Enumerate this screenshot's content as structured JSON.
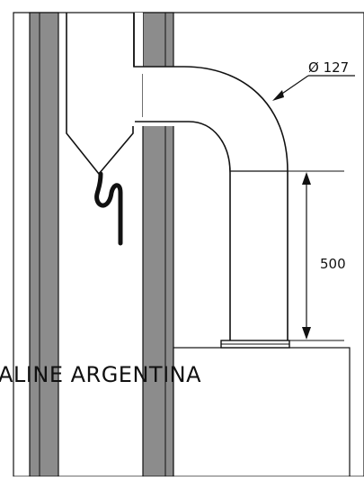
{
  "diagram": {
    "diameter_label": "Ø 127",
    "dimension_label": "500",
    "watermark_text": "ALINE ARGENTINA"
  },
  "colors": {
    "wall_fill": "#8c8c8c",
    "stroke": "#111111",
    "background": "#ffffff"
  }
}
